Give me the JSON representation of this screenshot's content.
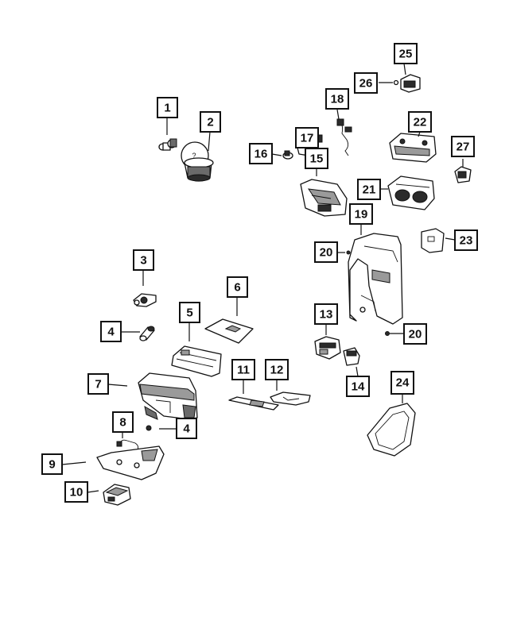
{
  "diagram": {
    "callouts": [
      {
        "id": "c1",
        "label": "1"
      },
      {
        "id": "c2",
        "label": "2"
      },
      {
        "id": "c3",
        "label": "3"
      },
      {
        "id": "c4a",
        "label": "4"
      },
      {
        "id": "c4b",
        "label": "4"
      },
      {
        "id": "c5",
        "label": "5"
      },
      {
        "id": "c6",
        "label": "6"
      },
      {
        "id": "c7",
        "label": "7"
      },
      {
        "id": "c8",
        "label": "8"
      },
      {
        "id": "c9",
        "label": "9"
      },
      {
        "id": "c10",
        "label": "10"
      },
      {
        "id": "c11",
        "label": "11"
      },
      {
        "id": "c12",
        "label": "12"
      },
      {
        "id": "c13",
        "label": "13"
      },
      {
        "id": "c14",
        "label": "14"
      },
      {
        "id": "c15",
        "label": "15"
      },
      {
        "id": "c16",
        "label": "16"
      },
      {
        "id": "c17",
        "label": "17"
      },
      {
        "id": "c18",
        "label": "18"
      },
      {
        "id": "c19",
        "label": "19"
      },
      {
        "id": "c20a",
        "label": "20"
      },
      {
        "id": "c20b",
        "label": "20"
      },
      {
        "id": "c21",
        "label": "21"
      },
      {
        "id": "c22",
        "label": "22"
      },
      {
        "id": "c23",
        "label": "23"
      },
      {
        "id": "c24",
        "label": "24"
      },
      {
        "id": "c25",
        "label": "25"
      },
      {
        "id": "c26",
        "label": "26"
      },
      {
        "id": "c27",
        "label": "27"
      }
    ]
  }
}
